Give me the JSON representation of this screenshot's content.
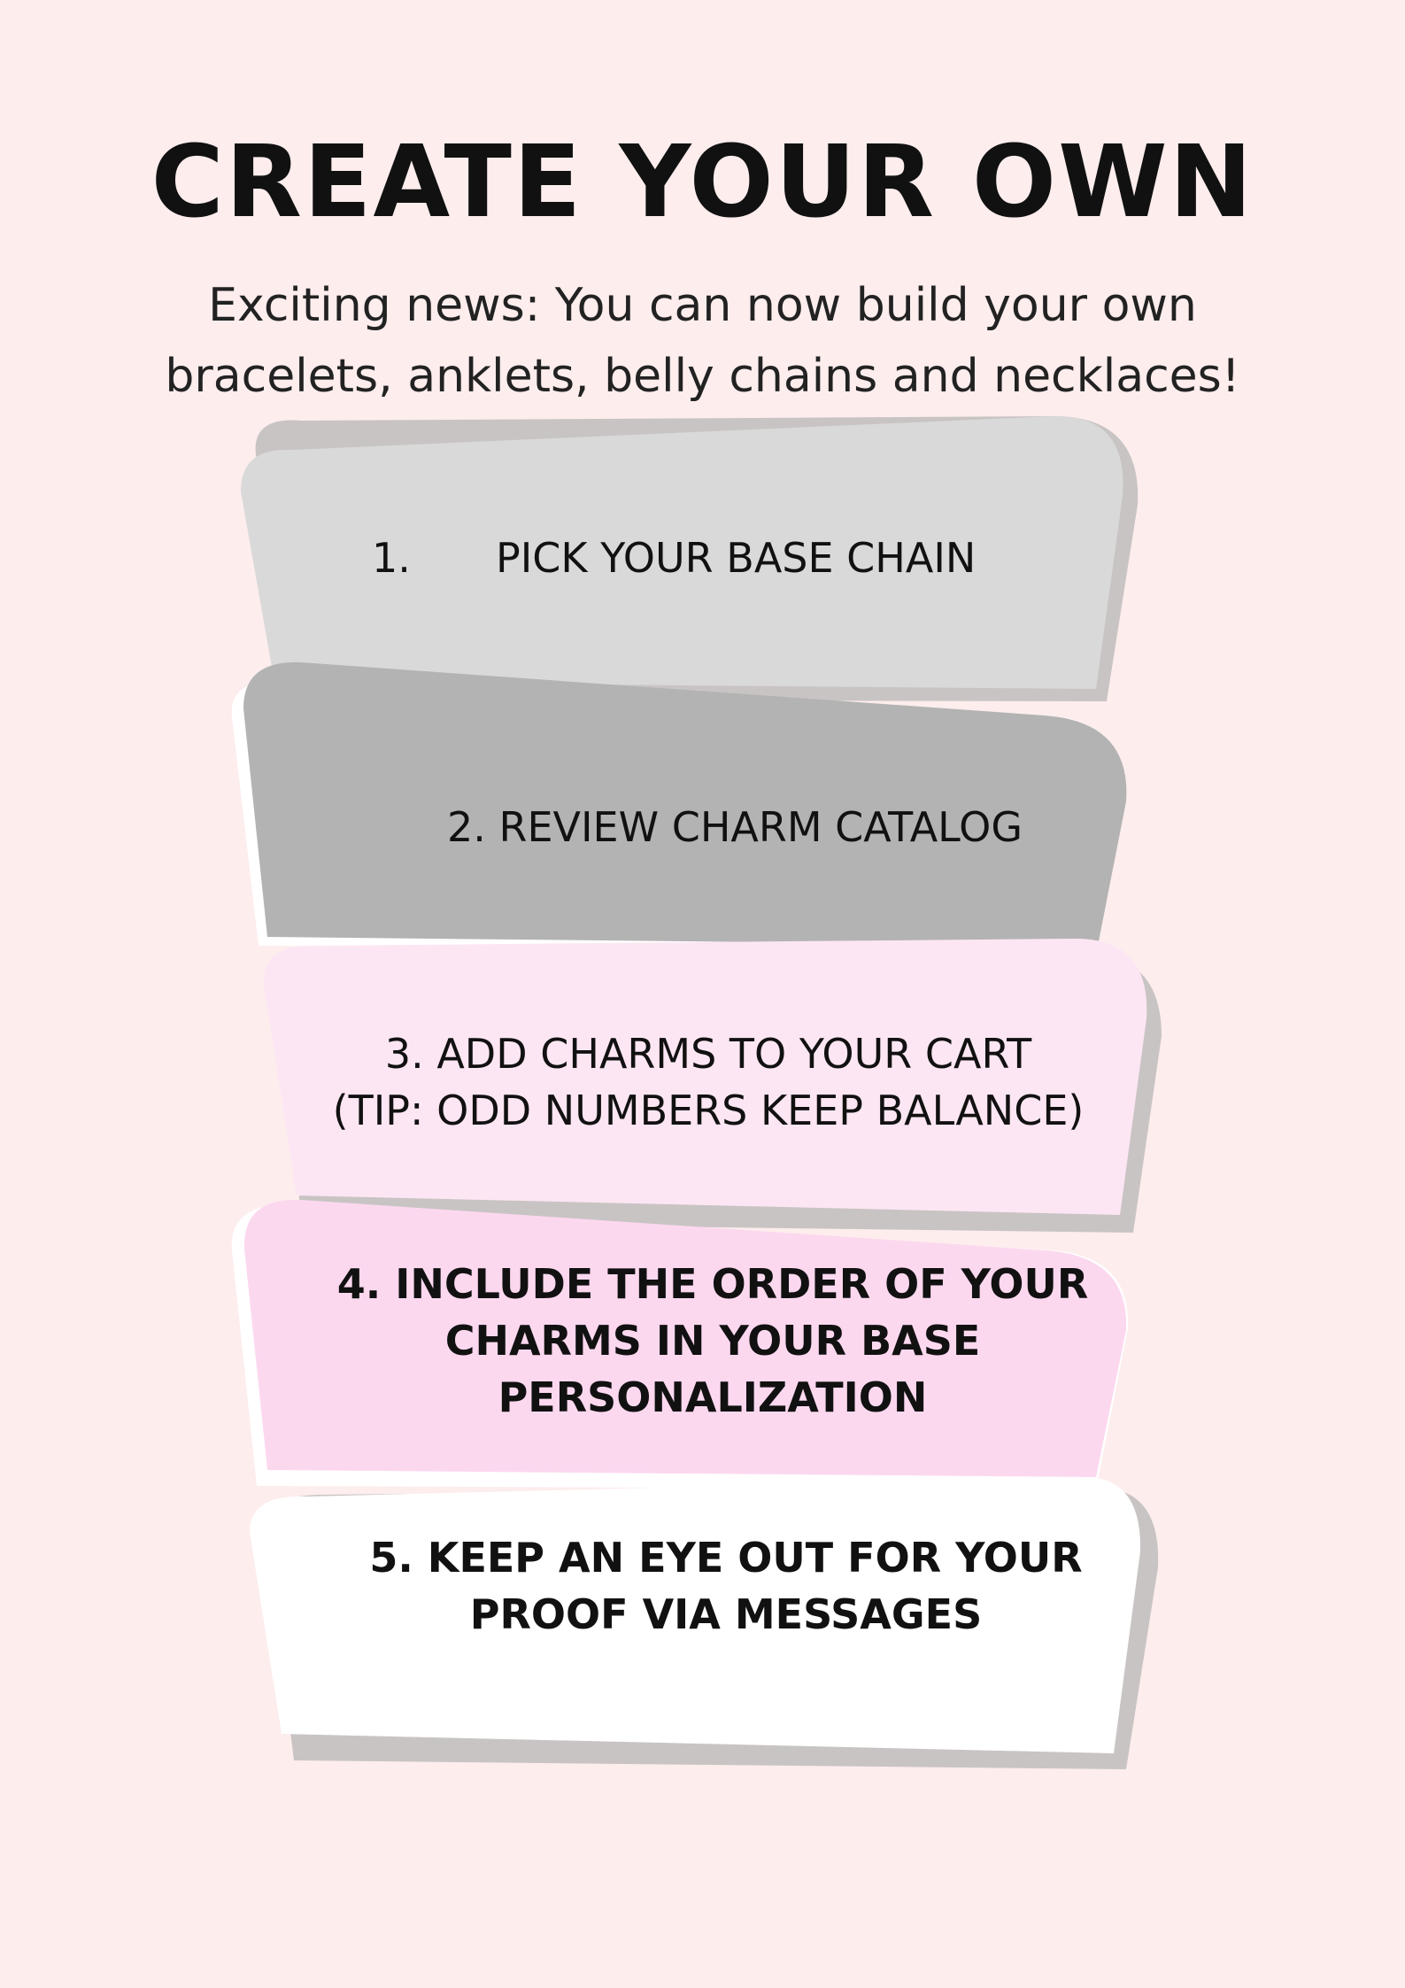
{
  "header": {
    "title": "CREATE YOUR OWN",
    "subtitle": "Exciting news: You can now build your own bracelets, anklets, belly chains and necklaces! Here's how:"
  },
  "steps": [
    {
      "number": "1.",
      "label": "PICK YOUR BASE CHAIN"
    },
    {
      "lines": [
        "2. REVIEW CHARM CATALOG"
      ]
    },
    {
      "lines": [
        "3. ADD CHARMS TO YOUR CART",
        "(TIP: ODD NUMBERS KEEP BALANCE)"
      ]
    },
    {
      "lines": [
        "4. INCLUDE THE ORDER OF YOUR",
        "CHARMS IN YOUR BASE",
        "PERSONALIZATION"
      ]
    },
    {
      "lines": [
        "5. KEEP AN EYE OUT FOR YOUR",
        "PROOF VIA MESSAGES"
      ]
    }
  ],
  "colors": {
    "background": "#fdeded",
    "card1": "#d9d9d9",
    "card2": "#b3b3b3",
    "card3": "#fde6f3",
    "card4": "#fcd8ef",
    "card5": "#ffffff",
    "shadow": "#c9c4c4"
  }
}
